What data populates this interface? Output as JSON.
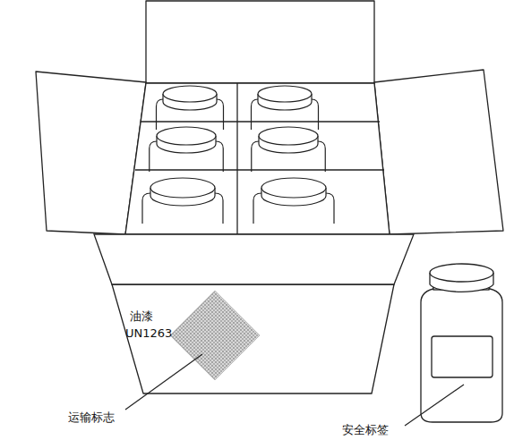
{
  "diagram": {
    "labels": [
      "油漆",
      "UN1263",
      "运输标志",
      "安全标签"
    ]
  }
}
